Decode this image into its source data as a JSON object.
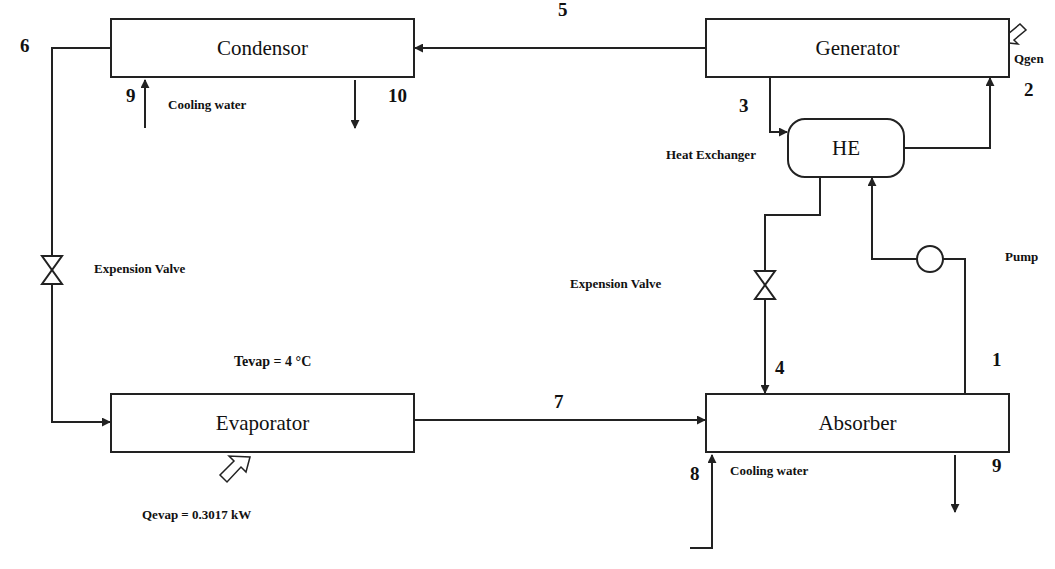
{
  "diagram": {
    "nodes": [
      {
        "text": [
          "Condensor"
        ]
      },
      {
        "text": [
          "Generator"
        ]
      },
      {
        "text": [
          "HE"
        ]
      },
      {
        "text": [
          "Evaporator"
        ]
      },
      {
        "text": [
          "Absorber"
        ]
      }
    ],
    "edges": [
      {
        "from": 1,
        "to": 0,
        "arrow": "to"
      },
      {
        "from": 0,
        "to": 3,
        "arrow": "to"
      },
      {
        "from": 3,
        "to": 4,
        "arrow": "to"
      },
      {
        "from": 1,
        "to": 2,
        "arrow": "to"
      },
      {
        "from": 2,
        "to": 1,
        "arrow": "to"
      },
      {
        "from": 2,
        "to": 4,
        "arrow": "to"
      },
      {
        "from": 4,
        "to": 2,
        "arrow": "to"
      }
    ],
    "labels": [
      "5",
      "6",
      "9",
      "Cooling water",
      "10",
      "3",
      "Qgen",
      "2",
      "Heat Exchanger",
      "Expension Valve",
      "Expension Valve",
      "Pump",
      "4",
      "1",
      "Tevap = 4 °C",
      "7",
      "Qevap = 0.3017 kW",
      "8",
      "Cooling water",
      "9"
    ]
  }
}
